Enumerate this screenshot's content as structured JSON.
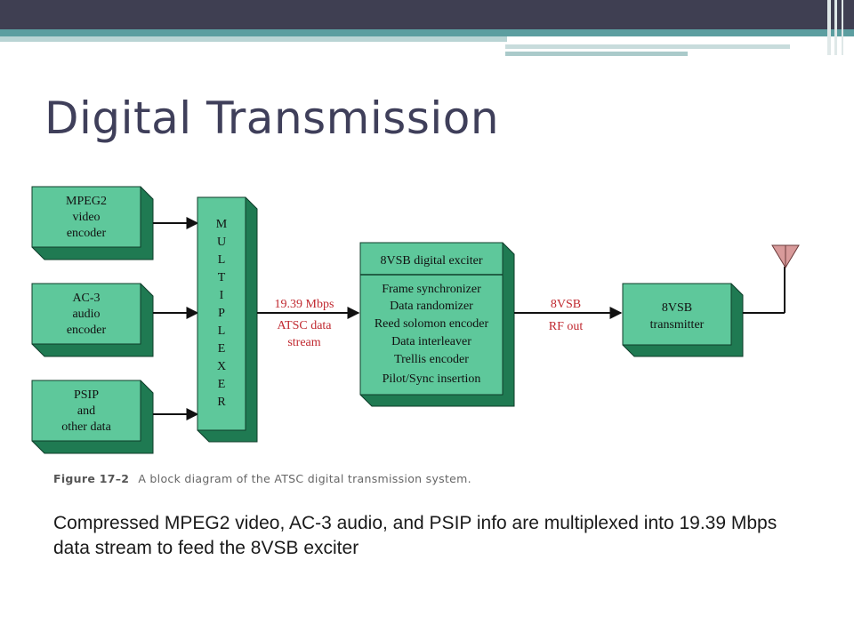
{
  "title": "Digital Transmission",
  "colors": {
    "header_bar": "#3f3f52",
    "header_accent": "#5c9ea0",
    "block_fill": "#5ec89b",
    "block_edge": "#1a5c3d",
    "arrow_label": "#c0282f",
    "antenna": "#d89a9a"
  },
  "diagram": {
    "encoders": [
      {
        "lines": [
          "MPEG2",
          "video",
          "encoder"
        ]
      },
      {
        "lines": [
          "AC-3",
          "audio",
          "encoder"
        ]
      },
      {
        "lines": [
          "PSIP",
          "and",
          "other data"
        ]
      }
    ],
    "multiplexer_letters": [
      "M",
      "U",
      "L",
      "T",
      "I",
      "P",
      "L",
      "E",
      "X",
      "E",
      "R"
    ],
    "mux_label_lines": [
      "19.39 Mbps",
      "ATSC data",
      "stream"
    ],
    "exciter": {
      "header": "8VSB digital exciter",
      "stages": [
        "Frame synchronizer",
        "Data randomizer",
        "Reed solomon encoder",
        "Data interleaver",
        "Trellis encoder",
        "Pilot/Sync insertion"
      ]
    },
    "rf_label_lines": [
      "8VSB",
      "RF out"
    ],
    "transmitter_lines": [
      "8VSB",
      "transmitter"
    ]
  },
  "caption": {
    "number": "Figure 17–2",
    "text": "A block diagram of the ATSC digital transmission system."
  },
  "body_text": "Compressed MPEG2 video, AC-3 audio, and PSIP info are multiplexed into 19.39 Mbps data stream to feed the 8VSB exciter"
}
